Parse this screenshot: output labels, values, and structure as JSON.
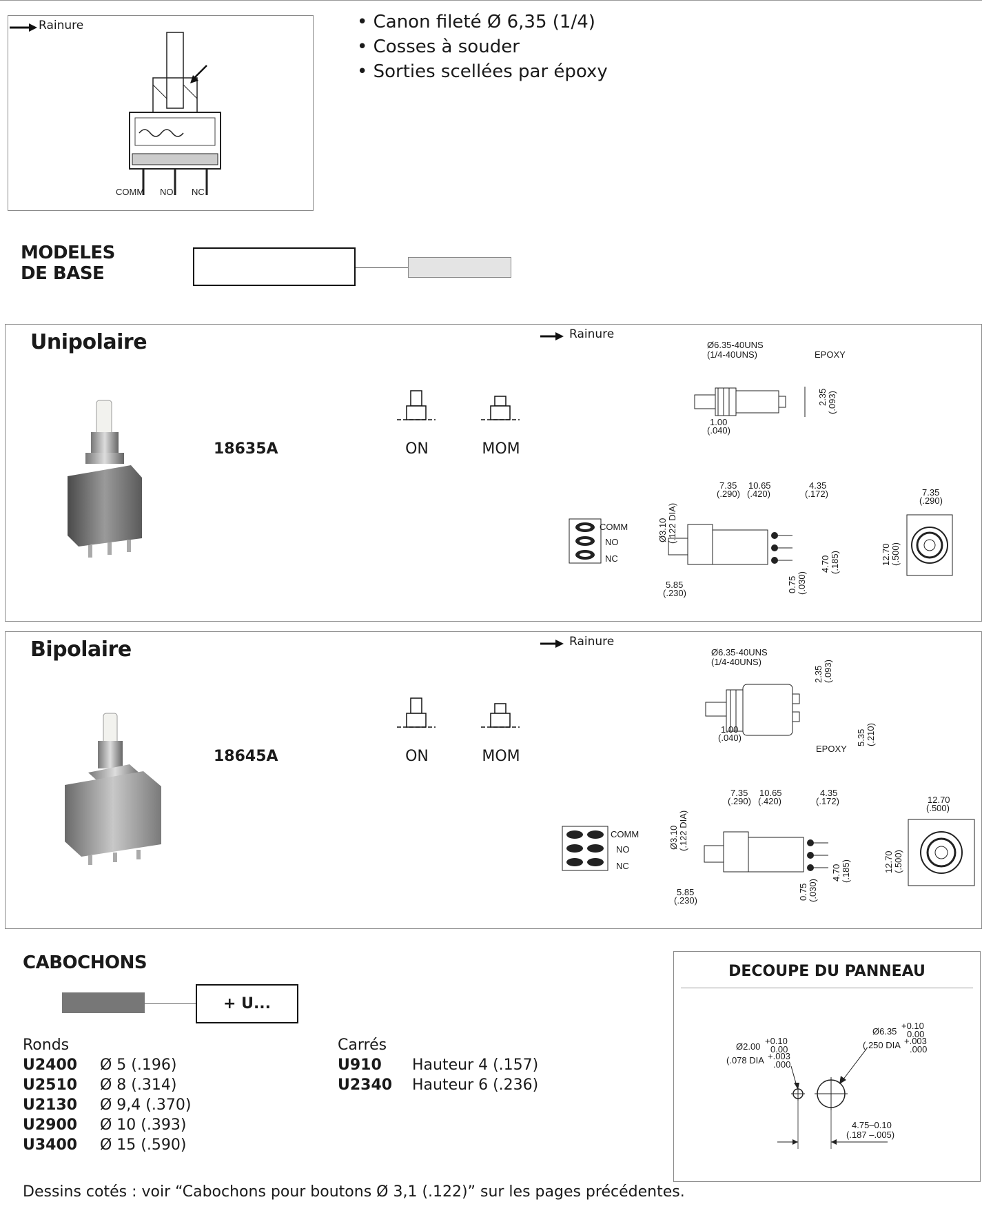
{
  "top_section": {
    "inset_groove_label": "Rainure",
    "inset_terminals": [
      "COMM",
      "NO",
      "NC"
    ],
    "features": [
      "• Canon fileté Ø 6,35 (1/4)",
      "• Cosses à souder",
      "• Sorties scellées par époxy"
    ]
  },
  "base_models": {
    "title_line1": "MODELES",
    "title_line2": "DE BASE"
  },
  "unipolar": {
    "title": "Unipolaire",
    "model": "18635A",
    "positions": [
      "ON",
      "MOM"
    ],
    "groove_label": "Rainure",
    "top_dims": {
      "thread": "Ø6.35-40UNS",
      "thread_imp": "(1/4-40UNS)",
      "epoxy": "EPOXY",
      "d1": "1.00",
      "d1i": "(.040)",
      "d2": "2.35",
      "d2i": "(.093)"
    },
    "side_dims": {
      "a": "7.35",
      "ai": "(.290)",
      "b": "10.65",
      "bi": "(.420)",
      "c": "4.35",
      "ci": "(.172)",
      "dia": "Ø3.10",
      "diai": "(.122 DIA)",
      "e": "5.85",
      "ei": "(.230)",
      "f": "0.75",
      "fi": "(.030)",
      "g": "4.70",
      "gi": "(.185)"
    },
    "end_dims": {
      "w": "7.35",
      "wi": "(.290)",
      "h": "12.70",
      "hi": "(.500)"
    },
    "terminals": [
      "COMM",
      "NO",
      "NC"
    ]
  },
  "bipolar": {
    "title": "Bipolaire",
    "model": "18645A",
    "positions": [
      "ON",
      "MOM"
    ],
    "groove_label": "Rainure",
    "top_dims": {
      "thread": "Ø6.35-40UNS",
      "thread_imp": "(1/4-40UNS)",
      "epoxy": "EPOXY",
      "d1": "1.00",
      "d1i": "(.040)",
      "d2": "2.35",
      "d2i": "(.093)",
      "d3": "5.35",
      "d3i": "(.210)"
    },
    "side_dims": {
      "a": "7.35",
      "ai": "(.290)",
      "b": "10.65",
      "bi": "(.420)",
      "c": "4.35",
      "ci": "(.172)",
      "dia": "Ø3.10",
      "diai": "(.122 DIA)",
      "e": "5.85",
      "ei": "(.230)",
      "f": "0.75",
      "fi": "(.030)",
      "g": "4.70",
      "gi": "(.185)"
    },
    "end_dims": {
      "w": "12.70",
      "wi": "(.500)",
      "h": "12.70",
      "hi": "(.500)"
    },
    "terminals": [
      "COMM",
      "NO",
      "NC"
    ]
  },
  "caps": {
    "title": "CABOCHONS",
    "connector_label": "+ U...",
    "round_header": "Ronds",
    "round": [
      {
        "code": "U2400",
        "desc": "Ø 5 (.196)"
      },
      {
        "code": "U2510",
        "desc": "Ø 8 (.314)"
      },
      {
        "code": "U2130",
        "desc": "Ø 9,4 (.370)"
      },
      {
        "code": "U2900",
        "desc": "Ø 10 (.393)"
      },
      {
        "code": "U3400",
        "desc": "Ø 15 (.590)"
      }
    ],
    "square_header": "Carrés",
    "square": [
      {
        "code": "U910",
        "desc": "Hauteur 4 (.157)"
      },
      {
        "code": "U2340",
        "desc": "Hauteur 6 (.236)"
      }
    ]
  },
  "panel_cutout": {
    "title": "DECOUPE DU PANNEAU",
    "small_hole": "Ø2.00",
    "small_hole_tol_plus": "+0.10",
    "small_hole_tol_minus": "0.00",
    "small_hole_imp": "(.078 DIA",
    "small_hole_imp_tol_plus": "+.003",
    "small_hole_imp_tol_minus": ".000",
    "large_hole": "Ø6.35",
    "large_hole_tol_plus": "+0.10",
    "large_hole_tol_minus": "0.00",
    "large_hole_imp": "(.250 DIA",
    "large_hole_imp_tol_plus": "+.003",
    "large_hole_imp_tol_minus": ".000",
    "spacing": "4.75–0.10",
    "spacing_imp": "(.187 –.005)"
  },
  "footer_note": "Dessins cotés : voir “Cabochons pour boutons Ø 3,1 (.122)” sur les pages précédentes."
}
